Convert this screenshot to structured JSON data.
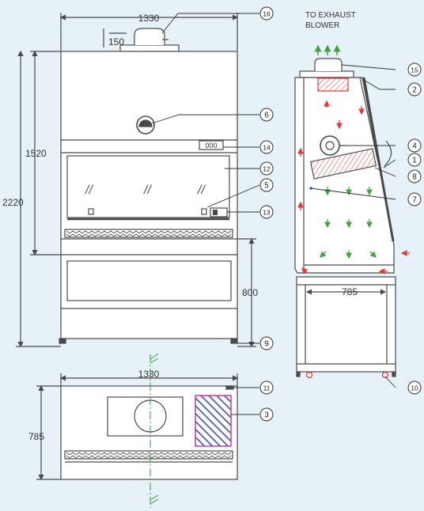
{
  "colors": {
    "background": "#e7f1f8",
    "line": "#4a4a4a",
    "air_in": "#e53935",
    "air_down": "#43a047",
    "hepa": "#e53935",
    "hatch": "#5a6fb0",
    "hatch_border": "#c23ab8",
    "centerline": "#2e9e3a"
  },
  "exhaust_label": [
    "TO EXHAUST",
    "BLOWER"
  ],
  "dimensions": {
    "front_width": "1330",
    "duct_height": "150",
    "cabinet_height": "1520",
    "total_height": "2220",
    "stand_height": "800",
    "side_depth": "785",
    "plan_width": "1330",
    "plan_depth": "785"
  },
  "callouts": [
    "1",
    "2",
    "3",
    "4",
    "5",
    "6",
    "7",
    "8",
    "9",
    "10",
    "11",
    "12",
    "13",
    "14",
    "15",
    "16"
  ],
  "indicator_label": "000",
  "glass_glint": "//"
}
